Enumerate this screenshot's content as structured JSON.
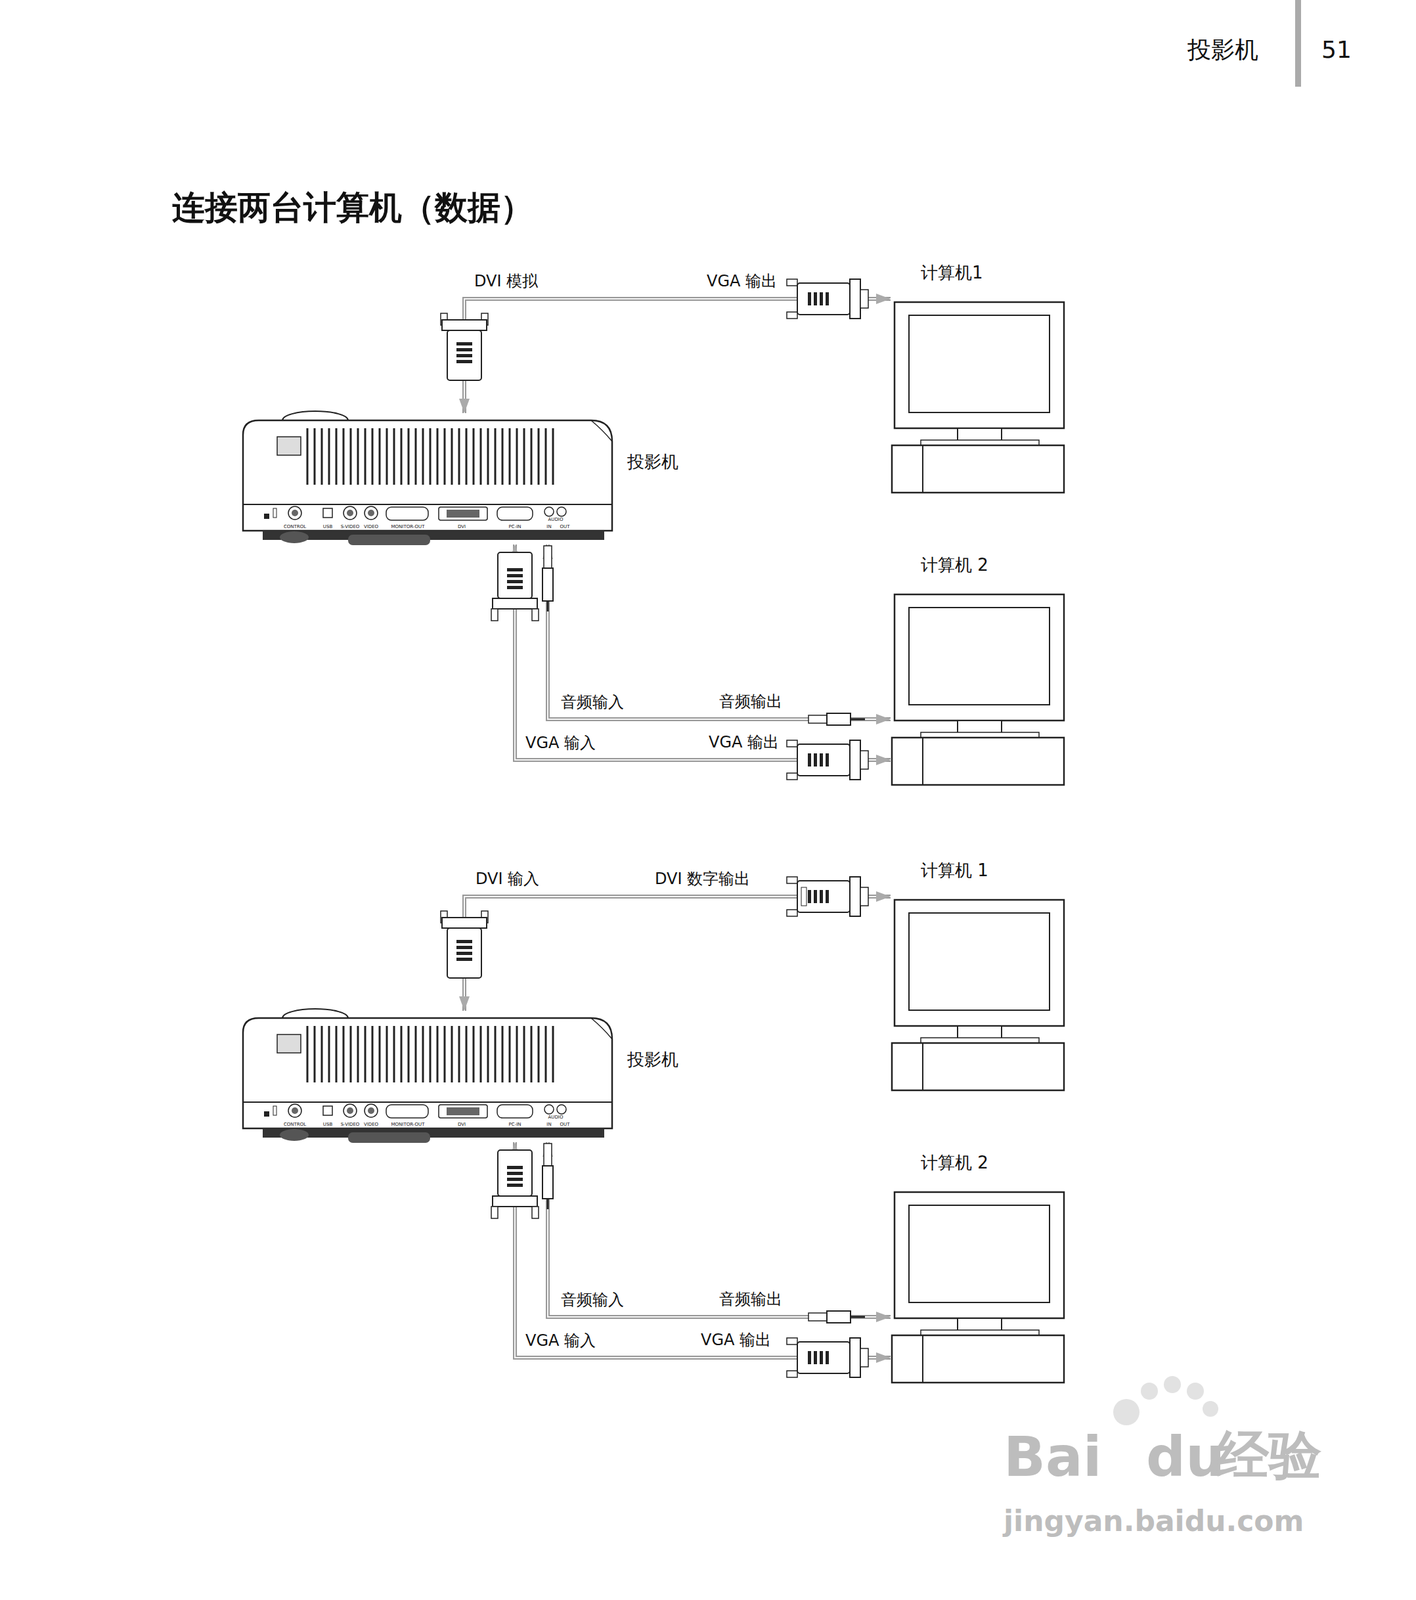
{
  "diagram": {
    "title": "连接两台计算机（数据）",
    "nodes": [
      {
        "text": [
          "投影机"
        ]
      },
      {
        "text": [
          "计算机1"
        ]
      },
      {
        "text": [
          "计算机 2"
        ]
      },
      {
        "text": [
          "投影机"
        ]
      },
      {
        "text": [
          "计算机 1"
        ]
      },
      {
        "text": [
          "计算机 2"
        ]
      }
    ],
    "edges": [
      {
        "from": 0,
        "to": 1,
        "label": "VGA 输出",
        "arrow": "both"
      },
      {
        "from": 0,
        "to": 2,
        "label": "音频输出",
        "arrow": "both"
      },
      {
        "from": 0,
        "to": 2,
        "label": "VGA 输出",
        "arrow": "both"
      },
      {
        "from": 3,
        "to": 4,
        "label": "DVI 数字输出",
        "arrow": "both"
      },
      {
        "from": 3,
        "to": 5,
        "label": "音频输出",
        "arrow": "both"
      },
      {
        "from": 3,
        "to": 5,
        "label": "VGA 输出",
        "arrow": "both"
      }
    ],
    "labels": [
      "投影机",
      "51",
      "DVI 模拟",
      "音频输入",
      "VGA 输入",
      "CONTROL",
      "USB",
      "S-VIDEO",
      "VIDEO",
      "MONITOR-OUT",
      "DVI",
      "PC-IN",
      "AUDIO",
      "IN",
      "OUT",
      "DVI 输入",
      "音频输入",
      "VGA 输入",
      "CONTROL",
      "USB",
      "S-VIDEO",
      "VIDEO",
      "MONITOR-OUT",
      "DVI",
      "PC-IN",
      "AUDIO",
      "IN",
      "OUT",
      "Bai",
      "du",
      "经验",
      "jingyan.baidu.com"
    ]
  }
}
